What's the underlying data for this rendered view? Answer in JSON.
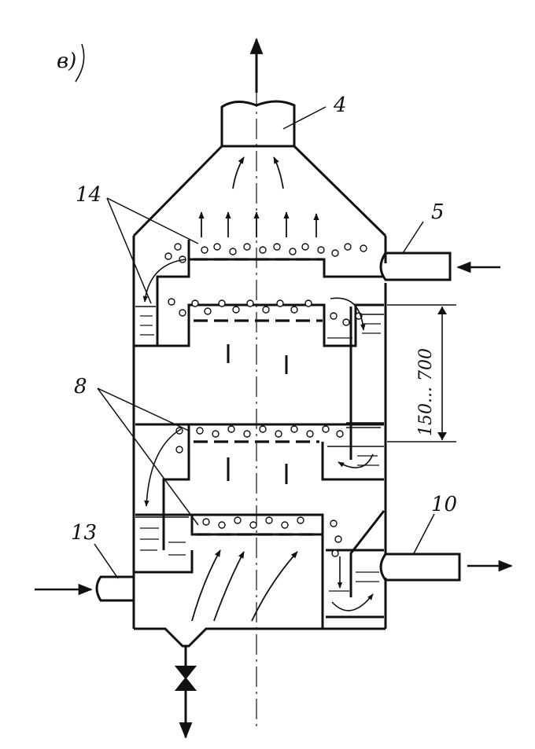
{
  "figure": {
    "panel_label": "в)",
    "labels": {
      "fan_outlet": "4",
      "gas_inlet_pipe": "5",
      "liquid_outlet_pipe": "10",
      "liquid_inlet_pipe": "13",
      "plates_upper": "14",
      "plates_lower": "8"
    },
    "dimension_text": "150... 700"
  }
}
